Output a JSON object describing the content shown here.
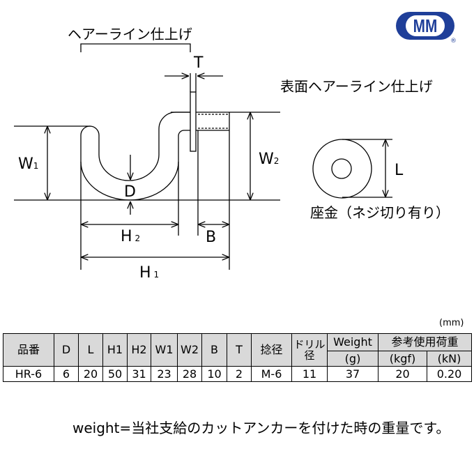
{
  "drawing": {
    "hairline_finish_label": "ヘアーライン仕上げ",
    "surface_finish_label": "表面ヘアーライン仕上げ",
    "washer_label": "座金（ネジ切り有り）",
    "dim_labels": {
      "T": "T",
      "W1": "W",
      "W1_sub": "1",
      "W2": "W",
      "W2_sub": "2",
      "D": "D",
      "H2": "H",
      "H2_sub": "2",
      "B": "B",
      "H1": "H",
      "H1_sub": "1",
      "L": "L"
    },
    "logo_text": "MM",
    "logo_reg": "®",
    "logo_color": "#1f3f99"
  },
  "table": {
    "unit": "(mm)",
    "headers": [
      "品番",
      "D",
      "L",
      "H1",
      "H2",
      "W1",
      "W2",
      "B",
      "T",
      "捻径",
      "ドリル径",
      "Weight",
      "(g)",
      "参考使用荷重",
      "(kgf)",
      "(kN)"
    ],
    "row": [
      "HR-6",
      "6",
      "20",
      "50",
      "31",
      "23",
      "28",
      "10",
      "2",
      "M-6",
      "11",
      "37",
      "20",
      "0.20"
    ]
  },
  "note": "weight=当社支給のカットアンカーを付けた時の重量です。"
}
